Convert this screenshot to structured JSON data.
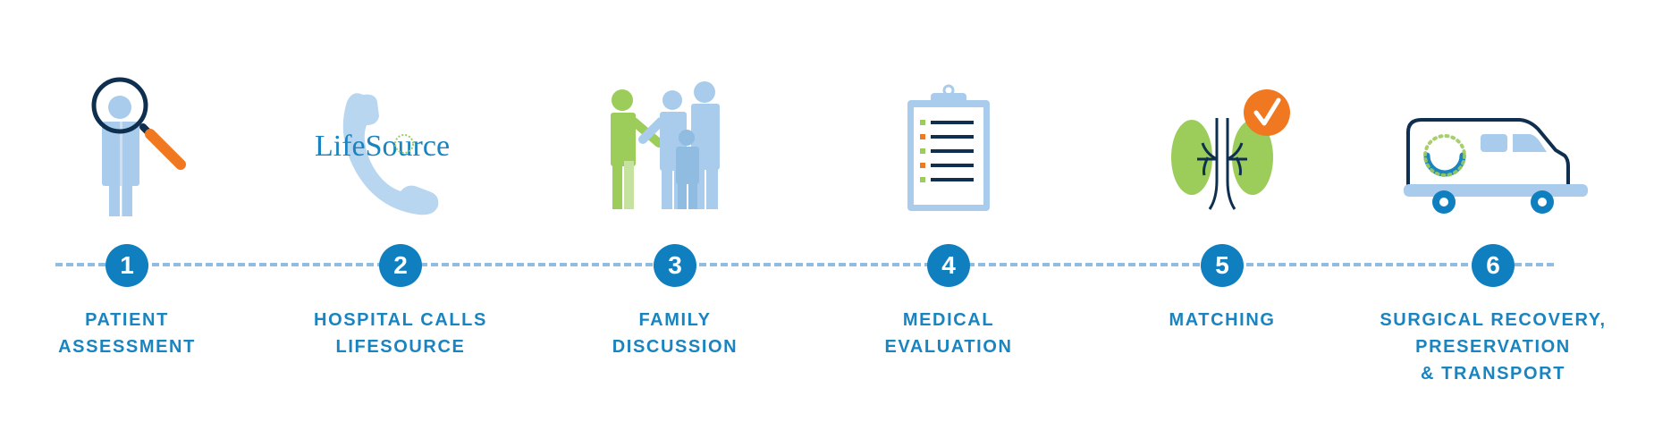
{
  "colors": {
    "primary_blue": "#0f7fc0",
    "label_blue": "#1a84c0",
    "light_blue": "#a9ccec",
    "green": "#9ccc5a",
    "orange": "#f07820",
    "navy": "#0e2f4f",
    "dash": "#8fbce0"
  },
  "steps": [
    {
      "number": "1",
      "label_lines": [
        "PATIENT",
        "ASSESSMENT"
      ],
      "icon": "magnifier-person-icon"
    },
    {
      "number": "2",
      "label_lines": [
        "HOSPITAL CALLS",
        "LIFESOURCE"
      ],
      "icon": "phone-icon",
      "logo_text": "LifeSource"
    },
    {
      "number": "3",
      "label_lines": [
        "FAMILY",
        "DISCUSSION"
      ],
      "icon": "family-icon"
    },
    {
      "number": "4",
      "label_lines": [
        "MEDICAL",
        "EVALUATION"
      ],
      "icon": "clipboard-icon"
    },
    {
      "number": "5",
      "label_lines": [
        "MATCHING"
      ],
      "icon": "kidneys-check-icon"
    },
    {
      "number": "6",
      "label_lines": [
        "SURGICAL RECOVERY,",
        "PRESERVATION",
        "& TRANSPORT"
      ],
      "icon": "van-icon"
    }
  ]
}
